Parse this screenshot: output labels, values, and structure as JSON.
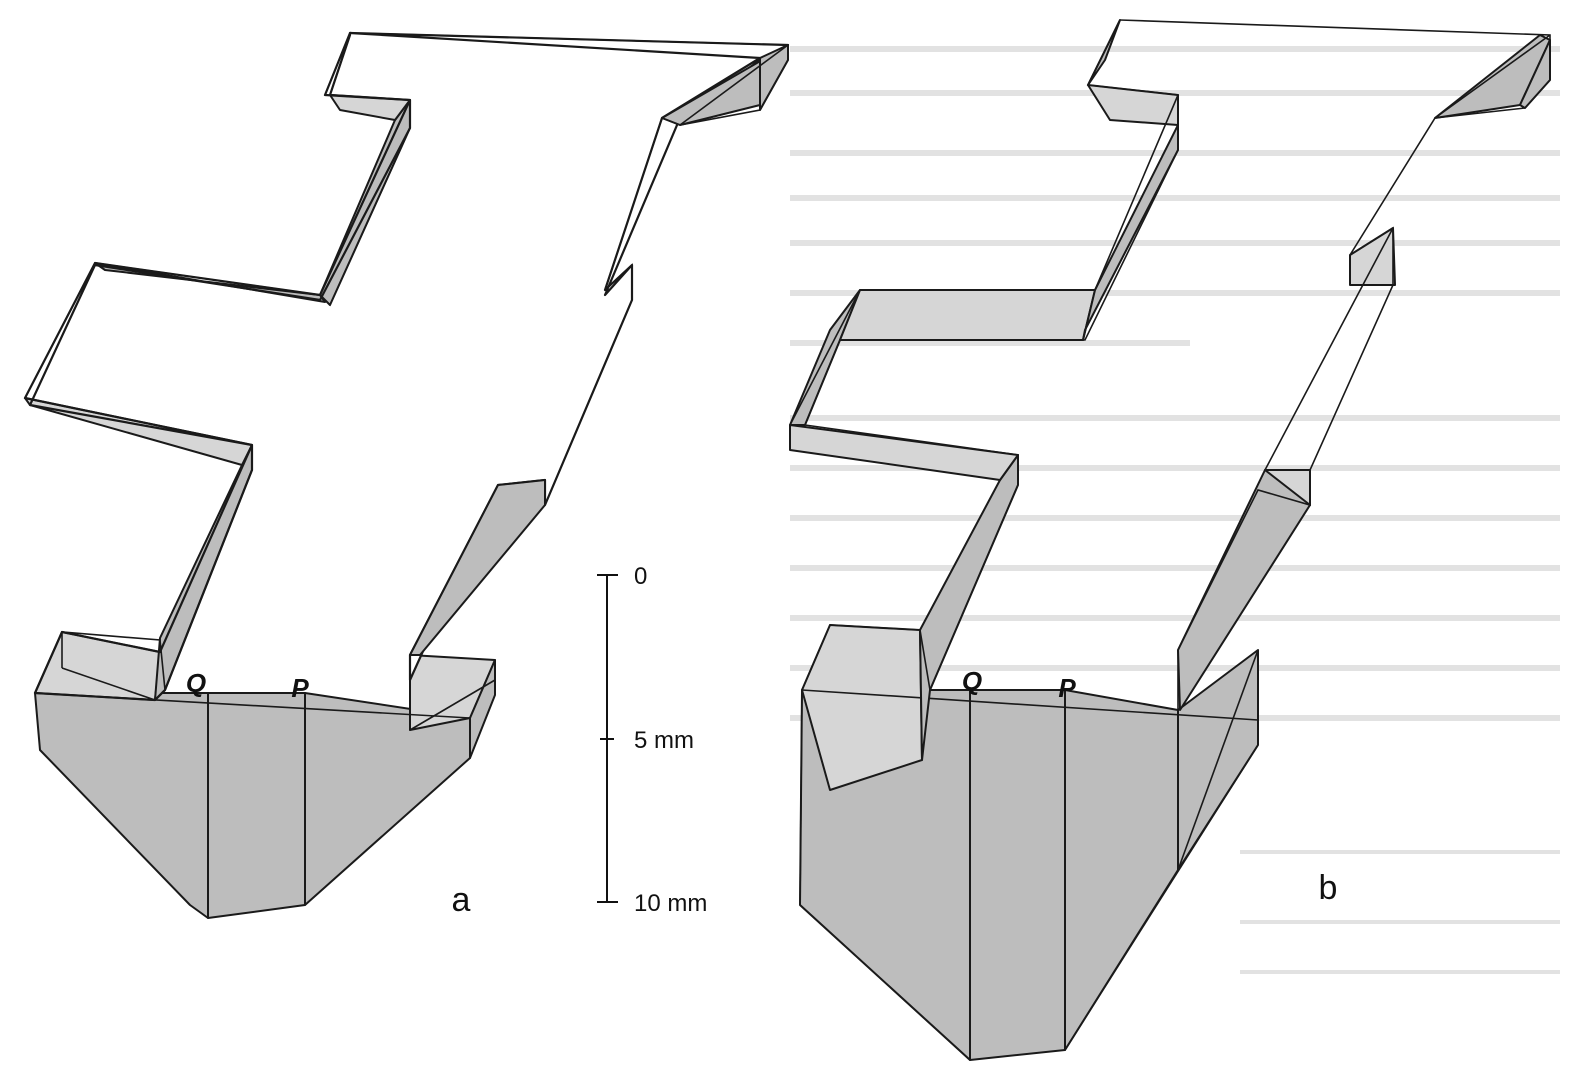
{
  "figure": {
    "panels": [
      {
        "id": "a",
        "label": "a",
        "point_labels": [
          "Q",
          "P"
        ]
      },
      {
        "id": "b",
        "label": "b",
        "point_labels": [
          "Q",
          "P"
        ]
      }
    ],
    "scale_bar": {
      "ticks": [
        "0",
        "5 mm",
        "10 mm"
      ]
    },
    "colors": {
      "shaded_face": "#bdbdbd",
      "light_face": "#d6d6d6",
      "outline": "#1a1a1a",
      "background": "#ffffff"
    }
  }
}
